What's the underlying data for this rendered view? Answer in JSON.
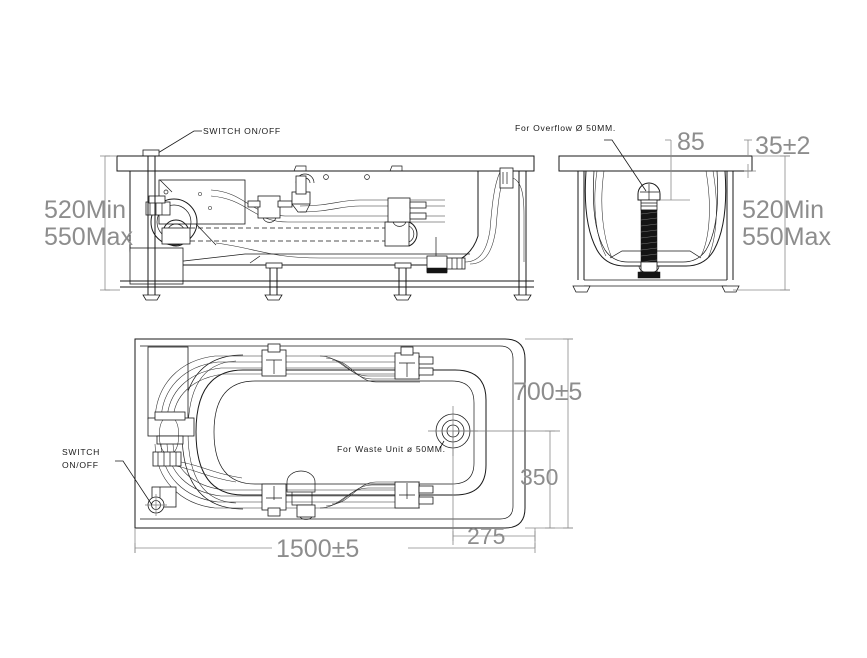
{
  "drawing": {
    "type": "bathtub-whirlpool-technical-drawing",
    "background_color": "#ffffff",
    "line_color": "#1a1a1a",
    "dimension_color": "#8d8d8d"
  },
  "views": {
    "front_elevation": {
      "name": "front-elevation-view",
      "annotations": {
        "switch_label": "SWITCH ON/OFF"
      },
      "dimensions": {
        "height_min": "520Min",
        "height_max": "550Max"
      }
    },
    "side_elevation": {
      "name": "side-elevation-view",
      "annotations": {
        "overflow_label": "For Overflow Ø 50MM."
      },
      "dimensions": {
        "overflow_height": "85",
        "rim_thickness": "35±2",
        "height_min": "520Min",
        "height_max": "550Max"
      }
    },
    "plan": {
      "name": "plan-top-view",
      "annotations": {
        "waste_label": "For Waste Unit ø 50MM.",
        "switch_label_line1": "SWITCH",
        "switch_label_line2": "ON/OFF"
      },
      "dimensions": {
        "length": "1500±5",
        "width": "700±5",
        "waste_from_end": "275",
        "waste_from_side": "350"
      }
    }
  }
}
